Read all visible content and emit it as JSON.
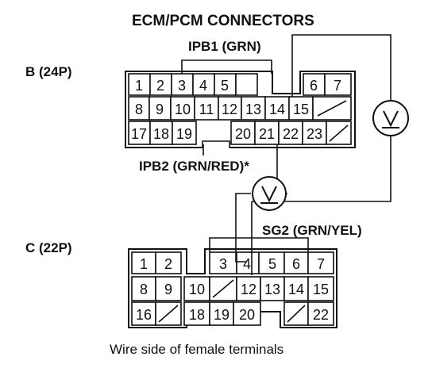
{
  "title": "ECM/PCM CONNECTORS",
  "labels": {
    "ipb1": "IPB1 (GRN)",
    "ipb2": "IPB2 (GRN/RED)*",
    "sg2": "SG2 (GRN/YEL)",
    "conn_b": "B (24P)",
    "conn_c": "C (22P)",
    "caption": "Wire side of female terminals"
  },
  "meters": [
    "voltmeter-ipb2",
    "voltmeter-ipb1"
  ],
  "connector_b": {
    "rows": [
      [
        "1",
        "2",
        "3",
        "4",
        "5",
        "",
        "6",
        "7"
      ],
      [
        "8",
        "9",
        "10",
        "11",
        "12",
        "13",
        "14",
        "15",
        "/"
      ],
      [
        "17",
        "18",
        "19",
        "",
        "20",
        "21",
        "22",
        "23",
        "/"
      ]
    ]
  },
  "connector_c": {
    "rows": [
      [
        "1",
        "2",
        "",
        "3",
        "4",
        "5",
        "6",
        "7"
      ],
      [
        "8",
        "9",
        "10",
        "/",
        "12",
        "13",
        "14",
        "15"
      ],
      [
        "16",
        "/",
        "18",
        "19",
        "20",
        "",
        "/",
        "22"
      ]
    ]
  }
}
